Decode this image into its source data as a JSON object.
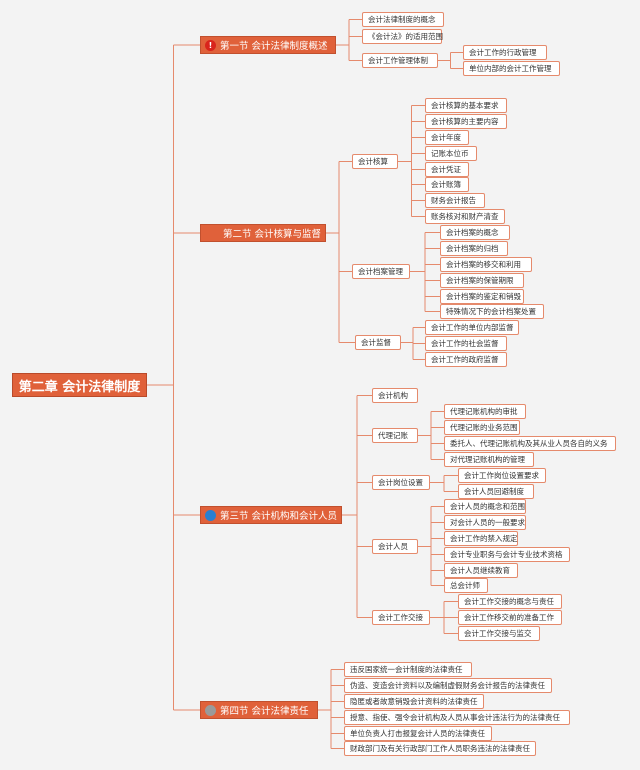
{
  "root": "第二章 会计法律制度",
  "section1": {
    "icon": "exclamation-icon",
    "title": "第一节 会计法律制度概述",
    "items": [
      "会计法律制度的概念",
      "《会计法》的适用范围",
      "会计工作管理体制"
    ],
    "sub": [
      "会计工作的行政管理",
      "单位内部的会计工作管理"
    ]
  },
  "section2": {
    "title": "第二节 会计核算与监督",
    "g1": {
      "label": "会计核算",
      "items": [
        "会计核算的基本要求",
        "会计核算的主要内容",
        "会计年度",
        "记账本位币",
        "会计凭证",
        "会计账簿",
        "财务会计报告",
        "账务核对和财产清查"
      ]
    },
    "g2": {
      "label": "会计档案管理",
      "items": [
        "会计档案的概念",
        "会计档案的归档",
        "会计档案的移交和利用",
        "会计档案的保管期限",
        "会计档案的鉴定和销毁",
        "特殊情况下的会计档案处置"
      ]
    },
    "g3": {
      "label": "会计监督",
      "items": [
        "会计工作的单位内部监督",
        "会计工作的社会监督",
        "会计工作的政府监督"
      ]
    }
  },
  "section3": {
    "icon": "globe-icon",
    "title": "第三节 会计机构和会计人员",
    "g0": {
      "label": "会计机构"
    },
    "g1": {
      "label": "代理记账",
      "items": [
        "代理记账机构的审批",
        "代理记账的业务范围",
        "委托人、代理记账机构及其从业人员各自的义务",
        "对代理记账机构的管理"
      ]
    },
    "g2": {
      "label": "会计岗位设置",
      "items": [
        "会计工作岗位设置要求",
        "会计人员回避制度"
      ]
    },
    "g3": {
      "label": "会计人员",
      "items": [
        "会计人员的概念和范围",
        "对会计人员的一般要求",
        "会计工作的禁入规定",
        "会计专业职务与会计专业技术资格",
        "会计人员继续教育",
        "总会计师"
      ]
    },
    "g4": {
      "label": "会计工作交接",
      "items": [
        "会计工作交接的概念与责任",
        "会计工作移交前的准备工作",
        "会计工作交接与监交"
      ]
    }
  },
  "section4": {
    "icon": "circle-icon",
    "title": "第四节 会计法律责任",
    "items": [
      "违反国家统一会计制度的法律责任",
      "伪造、变造会计资料以及编制虚假财务会计报告的法律责任",
      "隐匿或者故意销毁会计资料的法律责任",
      "授意、指使、强令会计机构及人员从事会计违法行为的法律责任",
      "单位负责人打击报复会计人员的法律责任",
      "财政部门及有关行政部门工作人员职务违法的法律责任"
    ]
  },
  "colors": {
    "accent": "#e0613a",
    "line": "#e58a6c"
  }
}
